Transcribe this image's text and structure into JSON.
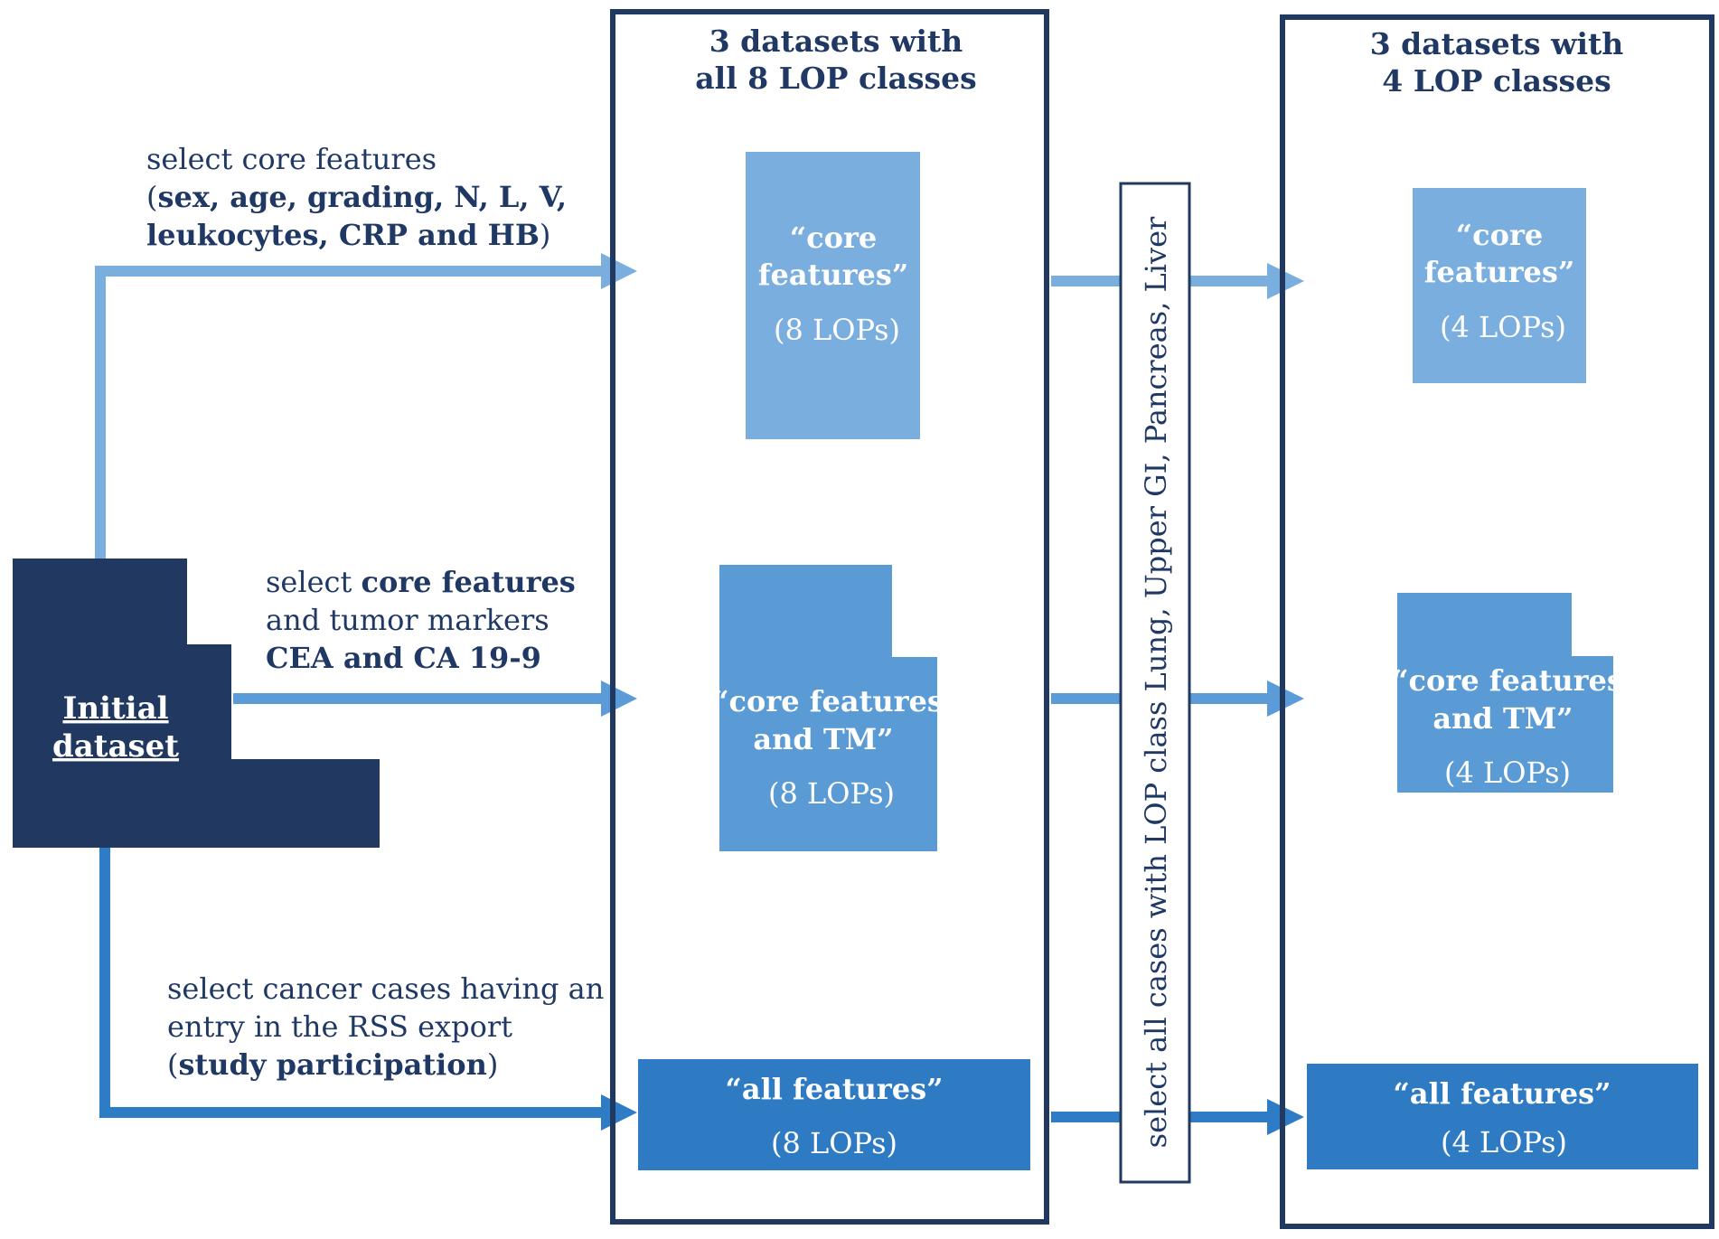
{
  "colors": {
    "navy": "#213861",
    "arrow_light": "#7aaedf",
    "arrow_mid": "#5a9bd8",
    "arrow_dark": "#2e7cc6",
    "box_core": "#7aaedf",
    "box_tm": "#5b9bd5",
    "box_all": "#2e7bc4",
    "text": "#1f3864"
  },
  "initial": {
    "line1": "Initial",
    "line2": "dataset"
  },
  "branches": {
    "core": {
      "line1": "select core features",
      "line2_open": "(",
      "line2_bold": "sex, age, grading, N, L, V,",
      "line3_bold": "leukocytes, CRP and HB",
      "line3_close": ")"
    },
    "tm": {
      "line1_pre": "select ",
      "line1_bold": "core features",
      "line2": "and tumor markers",
      "line3_bold": "CEA and CA 19-9"
    },
    "all": {
      "line1": "select cancer cases having an",
      "line2": "entry in the RSS export",
      "line3_open": "(",
      "line3_bold": "study participation",
      "line3_close": ")"
    }
  },
  "group8": {
    "title_line1": "3 datasets with",
    "title_line2": "all 8 LOP classes",
    "core": {
      "line1": "“core",
      "line2": "features”",
      "count": "(8 LOPs)"
    },
    "tm": {
      "line1": "“core features",
      "line2": "and TM”",
      "count": "(8 LOPs)"
    },
    "all": {
      "line1": "“all features”",
      "count": "(8 LOPs)"
    }
  },
  "filter": {
    "text": "select all cases with LOP class Lung, Upper GI, Pancreas, Liver"
  },
  "group4": {
    "title_line1": "3 datasets with",
    "title_line2": "4 LOP classes",
    "core": {
      "line1": "“core",
      "line2": "features”",
      "count": "(4 LOPs)"
    },
    "tm": {
      "line1": "“core features",
      "line2": "and TM”",
      "count": "(4 LOPs)"
    },
    "all": {
      "line1": "“all features”",
      "count": "(4 LOPs)"
    }
  }
}
